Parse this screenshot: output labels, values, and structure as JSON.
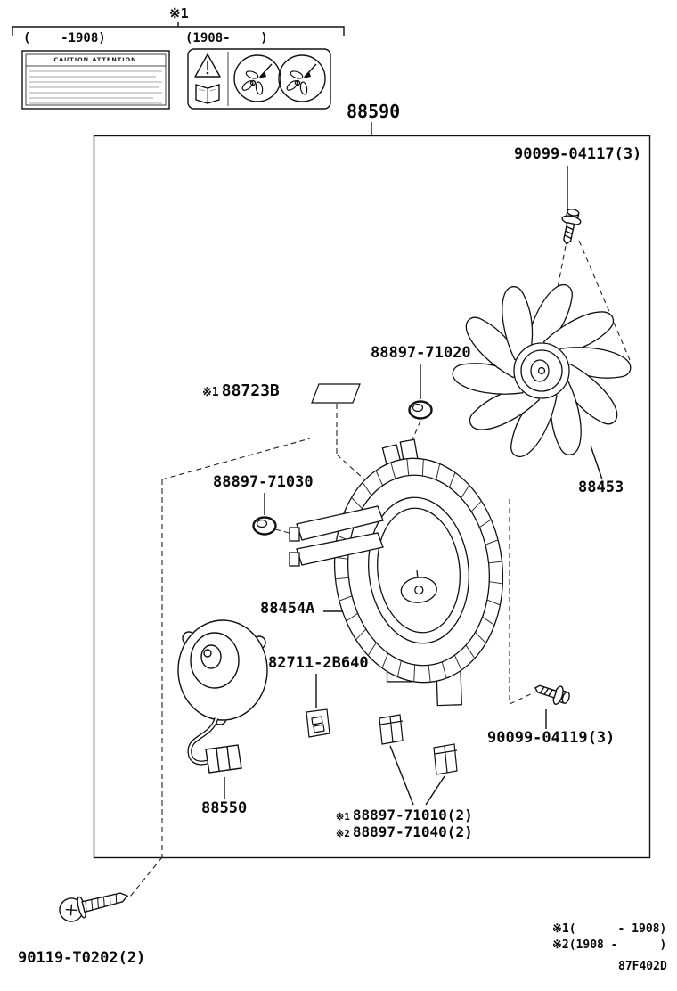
{
  "header": {
    "note": "※1",
    "range_left": "(    -1908)",
    "range_right": "(1908-    )",
    "caution_label_title": "CAUTION ATTENTION"
  },
  "callouts": {
    "assembly": "88590",
    "bolt_top": "90099-04117(3)",
    "grommet_upper": "88897-71020",
    "sticker_prefix": "※1",
    "sticker": "88723B",
    "grommet_lower": "88897-71030",
    "fan_blade": "88453",
    "fan_shroud": "88454A",
    "clamp": "82711-2B640",
    "fan_motor": "88550",
    "bolt_right": "90099-04119(3)",
    "cushion1_prefix": "※1",
    "cushion1": "88897-71010(2)",
    "cushion2_prefix": "※2",
    "cushion2": "88897-71040(2)",
    "screw_bottom": "90119-T0202(2)"
  },
  "footer": {
    "legend1": "※1(      - 1908)",
    "legend2": "※2(1908 -      )",
    "figure_code": "87F402D"
  }
}
